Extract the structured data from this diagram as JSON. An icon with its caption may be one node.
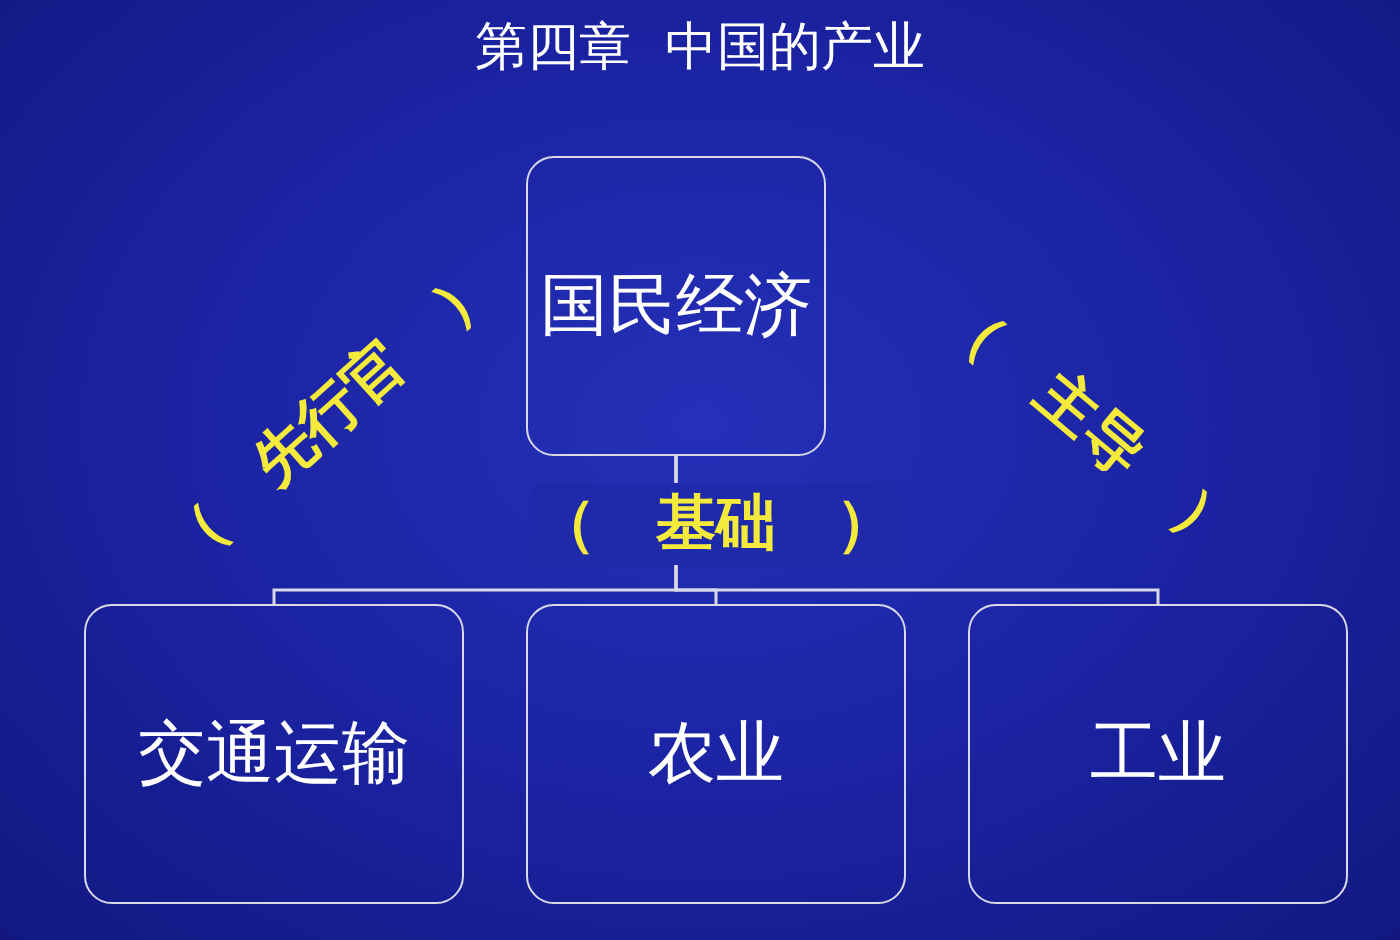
{
  "diagram": {
    "title": "第四章  中国的产业",
    "nodes": [
      {
        "text": [
          "国民经济"
        ]
      },
      {
        "text": [
          "交通运输"
        ]
      },
      {
        "text": [
          "农业"
        ]
      },
      {
        "text": [
          "工业"
        ]
      }
    ],
    "edges": [
      {
        "from": 0,
        "to": 1,
        "arrow": "none"
      },
      {
        "from": 0,
        "to": 2,
        "arrow": "none",
        "label": "（　基础　）"
      },
      {
        "from": 0,
        "to": 3,
        "arrow": "none"
      }
    ],
    "labels": [
      "（　先行官　）",
      "（　主导　）"
    ]
  }
}
